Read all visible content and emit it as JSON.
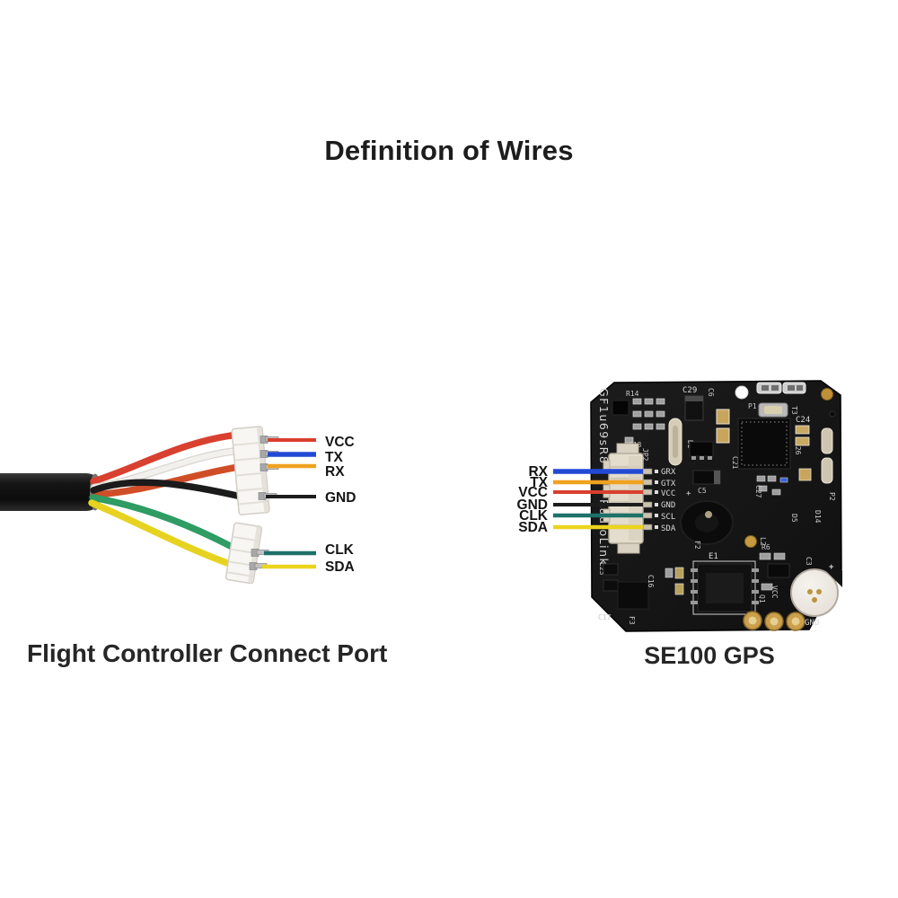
{
  "title": "Definition of Wires",
  "left_figure": {
    "caption": "Flight Controller Connect Port",
    "pins": [
      {
        "label": "VCC",
        "color": "#d93f2e"
      },
      {
        "label": "TX",
        "color": "#2149d5"
      },
      {
        "label": "RX",
        "color": "#f0a11e"
      },
      {
        "label": "GND",
        "color": "#1c1c1c"
      },
      {
        "label": "CLK",
        "color": "#1d7169"
      },
      {
        "label": "SDA",
        "color": "#ecd41e"
      }
    ],
    "wire_colors": {
      "red": "#d8402f",
      "white": "#f3f1ee",
      "white_edge": "#d9d6d0",
      "orange_red": "#cf4e28",
      "black": "#1b1b1b",
      "green": "#2f9c63",
      "yellow": "#e7d31f"
    }
  },
  "right_figure": {
    "caption": "SE100 GPS",
    "pins": [
      {
        "label": "RX",
        "color": "#2149d5"
      },
      {
        "label": "TX",
        "color": "#f0a11e"
      },
      {
        "label": "VCC",
        "color": "#d93f2e"
      },
      {
        "label": "GND",
        "color": "#1c1c1c"
      },
      {
        "label": "CLK",
        "color": "#1d7169"
      },
      {
        "label": "SDA",
        "color": "#ecd41e"
      }
    ],
    "pcb": {
      "pin_silkscreen": [
        "GRX",
        "GTX",
        "VCC",
        "GND",
        "SCL",
        "SDA"
      ],
      "connector_ref": "JP2",
      "side_text_top": "GF1u69sR8",
      "side_text_bottom": "RadioLink",
      "refs": {
        "r14": "R14",
        "c29": "C29",
        "c6": "C6",
        "p1": "P1",
        "t3": "T3",
        "c24": "C24",
        "c26": "C26",
        "d2": "D2",
        "c21": "C21",
        "c5": "C5",
        "plus": "+",
        "p2": "P2",
        "d5": "D5",
        "d14": "D14",
        "l2": "L2",
        "f2": "F2",
        "r6": "R6",
        "e1": "E1",
        "q1": "Q1",
        "c3": "C3",
        "c23": "C23",
        "c17": "C17",
        "f3": "F3",
        "c16": "C16",
        "vcc_bottom": "VCC",
        "gnd_bottom": "GND"
      }
    }
  }
}
